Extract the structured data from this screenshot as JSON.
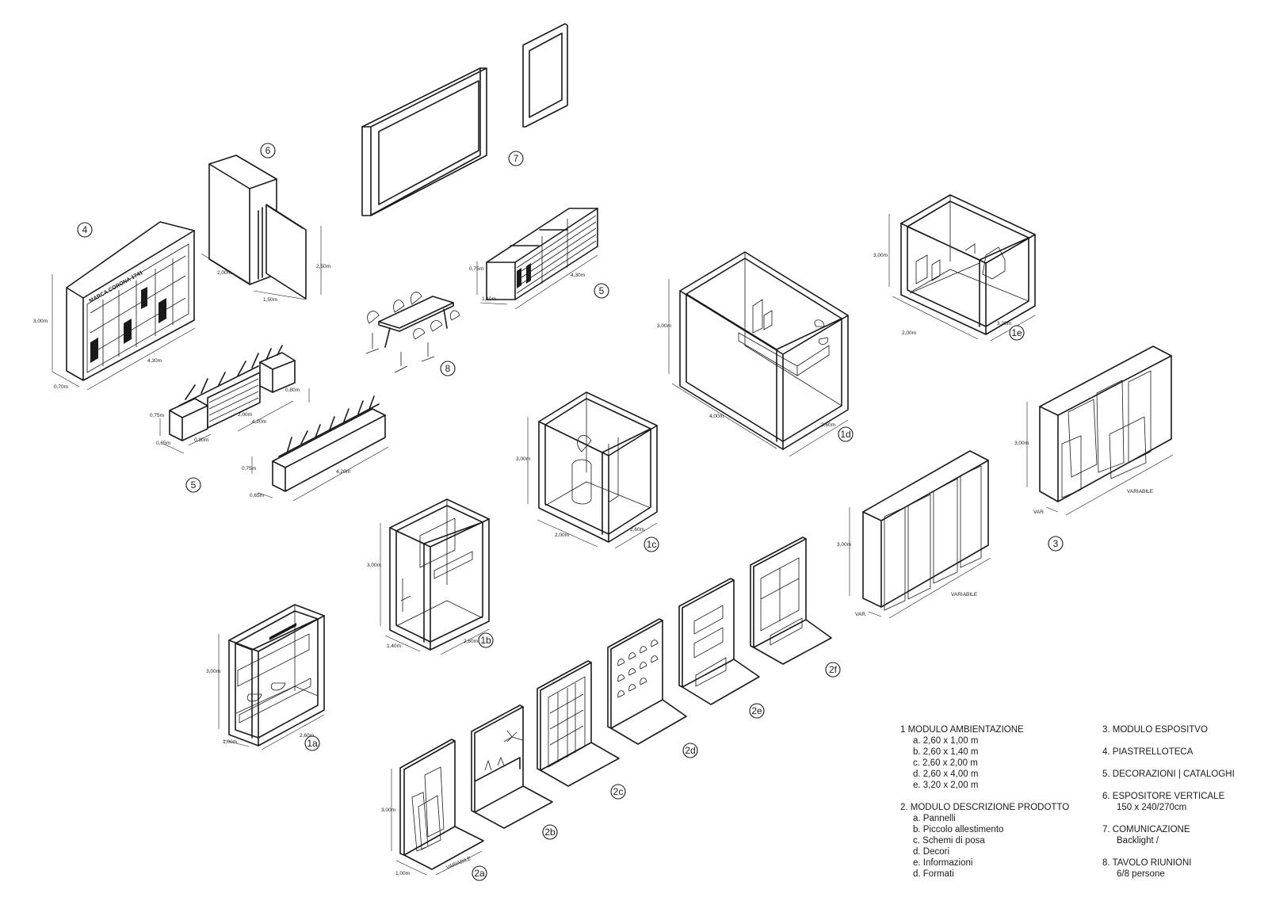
{
  "tags": {
    "t1a": "1a",
    "t1b": "1b",
    "t1c": "1c",
    "t1d": "1d",
    "t1e": "1e",
    "t2a": "2a",
    "t2b": "2b",
    "t2c": "2c",
    "t2d": "2d",
    "t2e": "2e",
    "t2f": "2f",
    "t3": "3",
    "t4": "4",
    "t5a": "5",
    "t5b": "5",
    "t6": "6",
    "t7": "7",
    "t8": "8"
  },
  "dimensions": {
    "h300": "3,00m",
    "w260": "2,60m",
    "w100": "1,00m",
    "w140": "1,40m",
    "w200": "2,00m",
    "w400": "4,00m",
    "w320": "3,20m",
    "w430": "4,30m",
    "w070": "0,70m",
    "w420": "4,20m",
    "h075": "0,75m",
    "w065": "0,65m",
    "w080": "0,80m",
    "w110": "1,10m",
    "w150": "1,50m",
    "h250": "2,50m",
    "variabile": "VARIABILE",
    "var": "VAR."
  },
  "brand_mark": "MARCA CORONA 1741",
  "legend": {
    "col1": {
      "g1_title": "1   MODULO AMBIENTAZIONE",
      "g1_items": [
        "a. 2,60 x 1,00 m",
        "b. 2,60 x 1,40 m",
        "c. 2,60 x 2,00 m",
        "d. 2,60 x 4,00 m",
        "e. 3,20 x 2,00 m"
      ],
      "g2_title": "2.  MODULO DESCRIZIONE PRODOTTO",
      "g2_items": [
        "a. Pannelli",
        "b. Piccolo allestimento",
        "c. Schemi di posa",
        "d. Decori",
        "e. Informazioni",
        "d. Formati"
      ]
    },
    "col2": {
      "g3": "3.  MODULO ESPOSITVO",
      "g4": "4.  PIASTRELLOTECA",
      "g5": "5. DECORAZIONI | CATALOGHI",
      "g6_title": "6.  ESPOSITORE VERTICALE",
      "g6_sub": "150 x 240/270cm",
      "g7_title": "7.  COMUNICAZIONE",
      "g7_sub": "Backlight /",
      "g8_title": "8.  TAVOLO RIUNIONI",
      "g8_sub": "6/8 persone"
    }
  },
  "colors": {
    "line": "#1a1a1a",
    "background": "#ffffff"
  }
}
